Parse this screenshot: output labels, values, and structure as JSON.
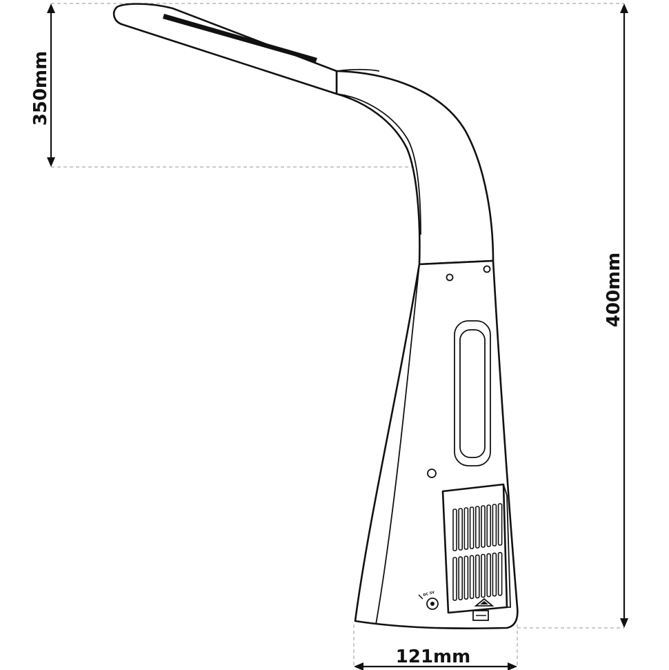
{
  "dimensions": {
    "arm_height": "350mm",
    "total_height": "400mm",
    "base_width": "121mm"
  },
  "port_label": "DC 5V"
}
